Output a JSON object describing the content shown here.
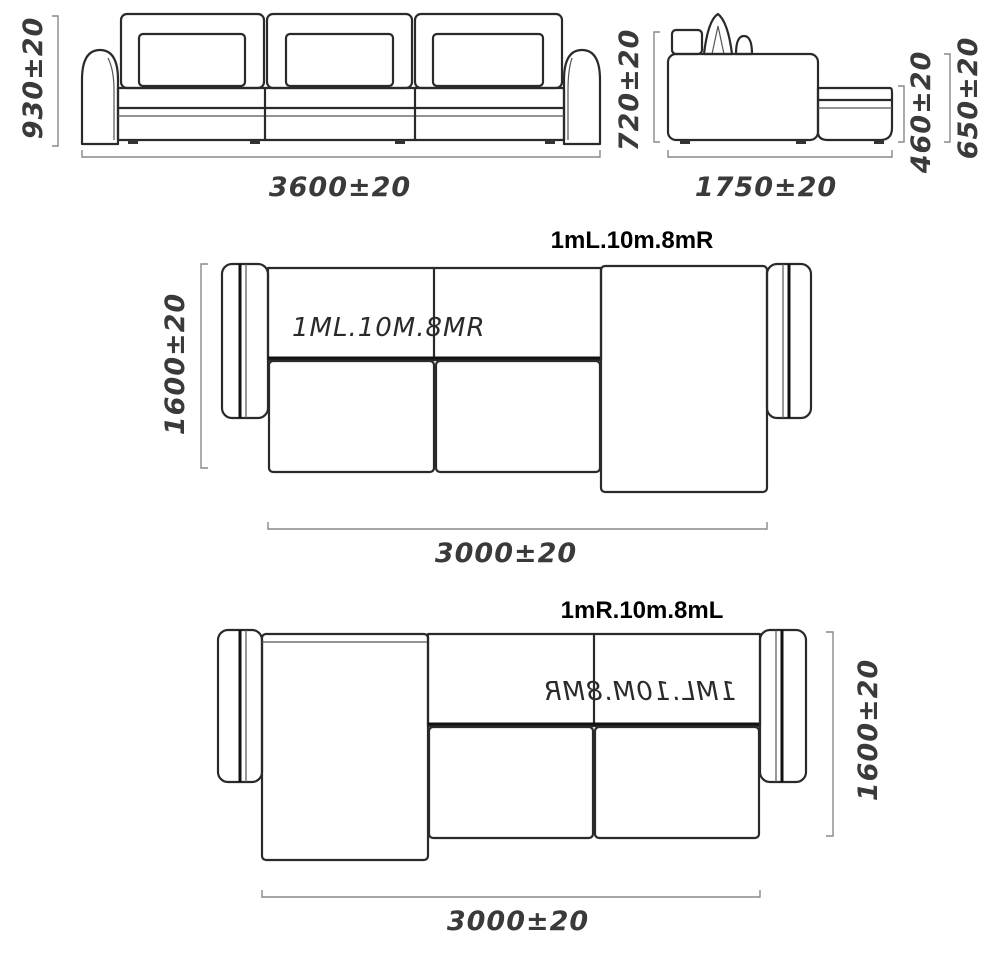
{
  "front_view": {
    "height_label": "930±20",
    "width_label": "3600±20"
  },
  "side_view": {
    "back_height_label": "720±20",
    "seat_height_label": "460±20",
    "total_height_label": "650±20",
    "depth_label": "1750±20"
  },
  "plan_right": {
    "title": "1mL.10m.8mR",
    "inner_label": "1ML.10M.8MR",
    "depth_label": "1600±20",
    "width_label": "3000±20"
  },
  "plan_left": {
    "title": "1mR.10m.8mL",
    "inner_label": "1ML.10M.8MR",
    "depth_label": "1600±20",
    "width_label": "3000±20"
  }
}
